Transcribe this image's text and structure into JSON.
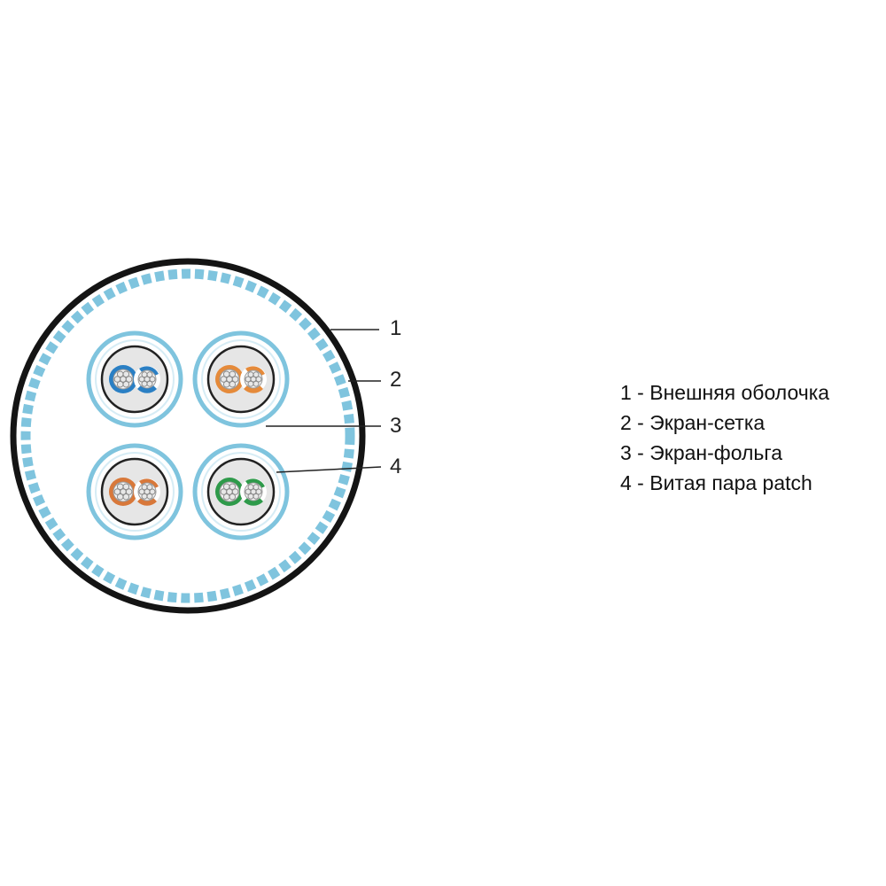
{
  "callouts": [
    {
      "number": "1"
    },
    {
      "number": "2"
    },
    {
      "number": "3"
    },
    {
      "number": "4"
    }
  ],
  "legend": [
    "1 - Внешняя оболочка",
    "2 - Экран-сетка",
    "3 - Экран-фольга",
    "4 - Витая пара patch"
  ],
  "colors": {
    "outer_jacket": "#141414",
    "braid_shield": "#7fc4de",
    "foil_shield": "#7fc4de",
    "filler": "#e6e6e6",
    "pair_blue": "#2a7fc4",
    "pair_orange": "#e58a3a",
    "pair_brown": "#d8783a",
    "pair_green": "#2e9a4a"
  },
  "pairs": [
    {
      "name": "blue",
      "color": "#2a7fc4"
    },
    {
      "name": "orange",
      "color": "#e58a3a"
    },
    {
      "name": "brown",
      "color": "#d8783a"
    },
    {
      "name": "green",
      "color": "#2e9a4a"
    }
  ]
}
